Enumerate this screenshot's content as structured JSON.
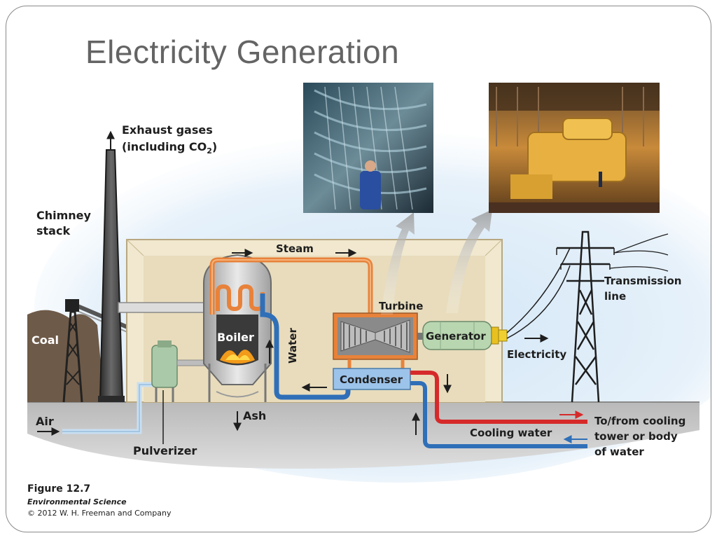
{
  "slide": {
    "title": "Electricity Generation"
  },
  "labels": {
    "exhaust_line1": "Exhaust gases",
    "exhaust_line2": "(including CO",
    "exhaust_sub": "2",
    "exhaust_close": ")",
    "chimney_line1": "Chimney",
    "chimney_line2": "stack",
    "coal": "Coal",
    "air": "Air",
    "pulverizer": "Pulverizer",
    "boiler": "Boiler",
    "ash": "Ash",
    "steam": "Steam",
    "water": "Water",
    "turbine": "Turbine",
    "generator": "Generator",
    "condenser": "Condenser",
    "electricity": "Electricity",
    "transmission_line1": "Transmission",
    "transmission_line2": "line",
    "cooling_water": "Cooling water",
    "tofrom_line1": "To/from cooling",
    "tofrom_line2": "tower or body",
    "tofrom_line3": "of water"
  },
  "caption": {
    "figure": "Figure 12.7",
    "book": "Environmental Science",
    "copyright": "© 2012 W. H. Freeman and Company"
  },
  "colors": {
    "steam_pipe": "#e8823a",
    "water_pipe": "#2f6fb8",
    "hot_water": "#d62a2a",
    "building": "#e8dcbc",
    "condenser": "#9cc3ea",
    "generator": "#b8d6b0"
  }
}
